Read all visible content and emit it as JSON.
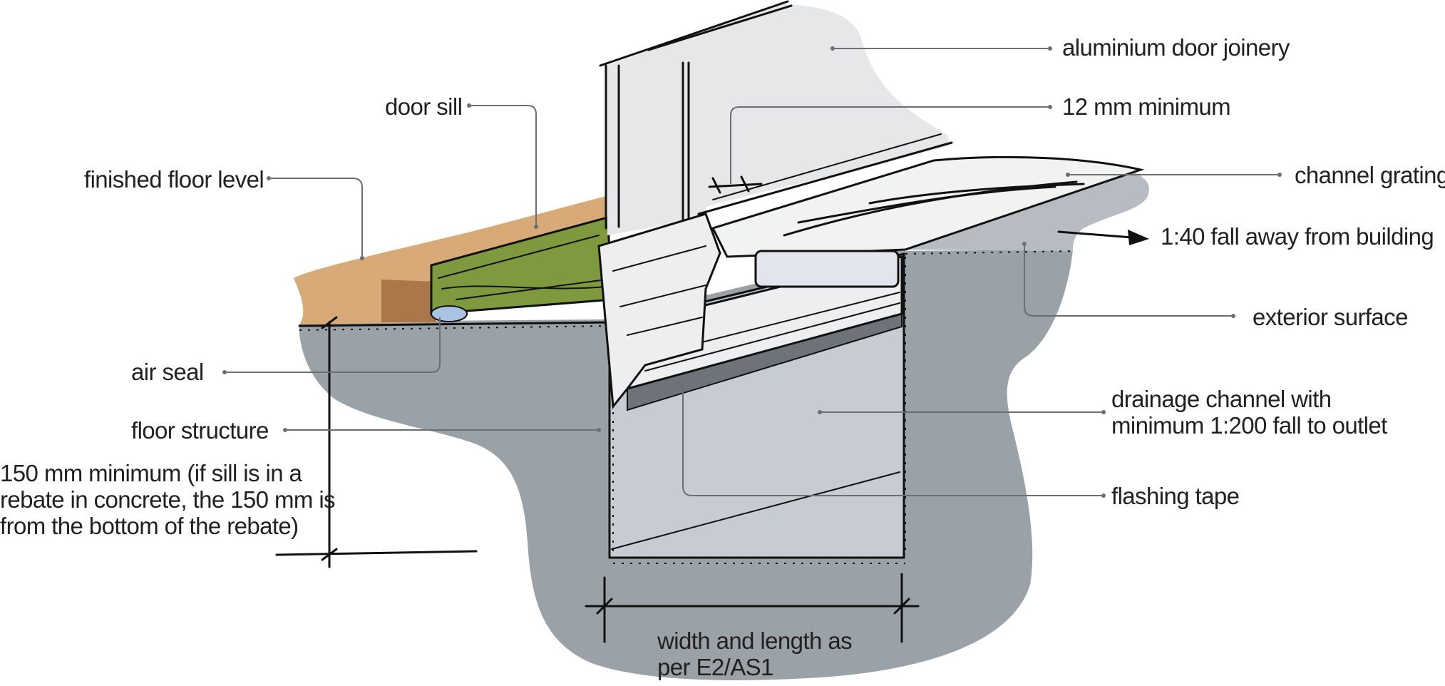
{
  "labels": {
    "aluminium_door_joinery": "aluminium door joinery",
    "door_sill": "door sill",
    "twelve_mm_minimum": "12 mm minimum",
    "channel_grating": "channel grating",
    "finished_floor_level": "finished floor level",
    "fall_away": "1:40 fall away from building",
    "exterior_surface": "exterior surface",
    "air_seal": "air seal",
    "floor_structure": "floor structure",
    "drainage_channel_line1": "drainage channel with",
    "drainage_channel_line2": "minimum 1:200 fall to outlet",
    "min150_line1": "150 mm minimum (if sill is in a",
    "min150_line2": "rebate in concrete, the 150 mm is",
    "min150_line3": "from the bottom of the rebate)",
    "flashing_tape": "flashing tape",
    "width_line1": "width and length as",
    "width_line2": "per E2/AS1"
  },
  "colors": {
    "concrete": "#9aa1a7",
    "channel_fill": "#c6ccd1",
    "timber_floor": "#d7aa78",
    "timber_edge": "#a9774a",
    "door_sill_green": "#7f9a3e",
    "joinery_grey": "#e6e7e8",
    "air_seal_blue": "#a9c3e3",
    "flashing_tape": "#6e7379",
    "text": "#231f20",
    "leader": "#6d6e71"
  }
}
